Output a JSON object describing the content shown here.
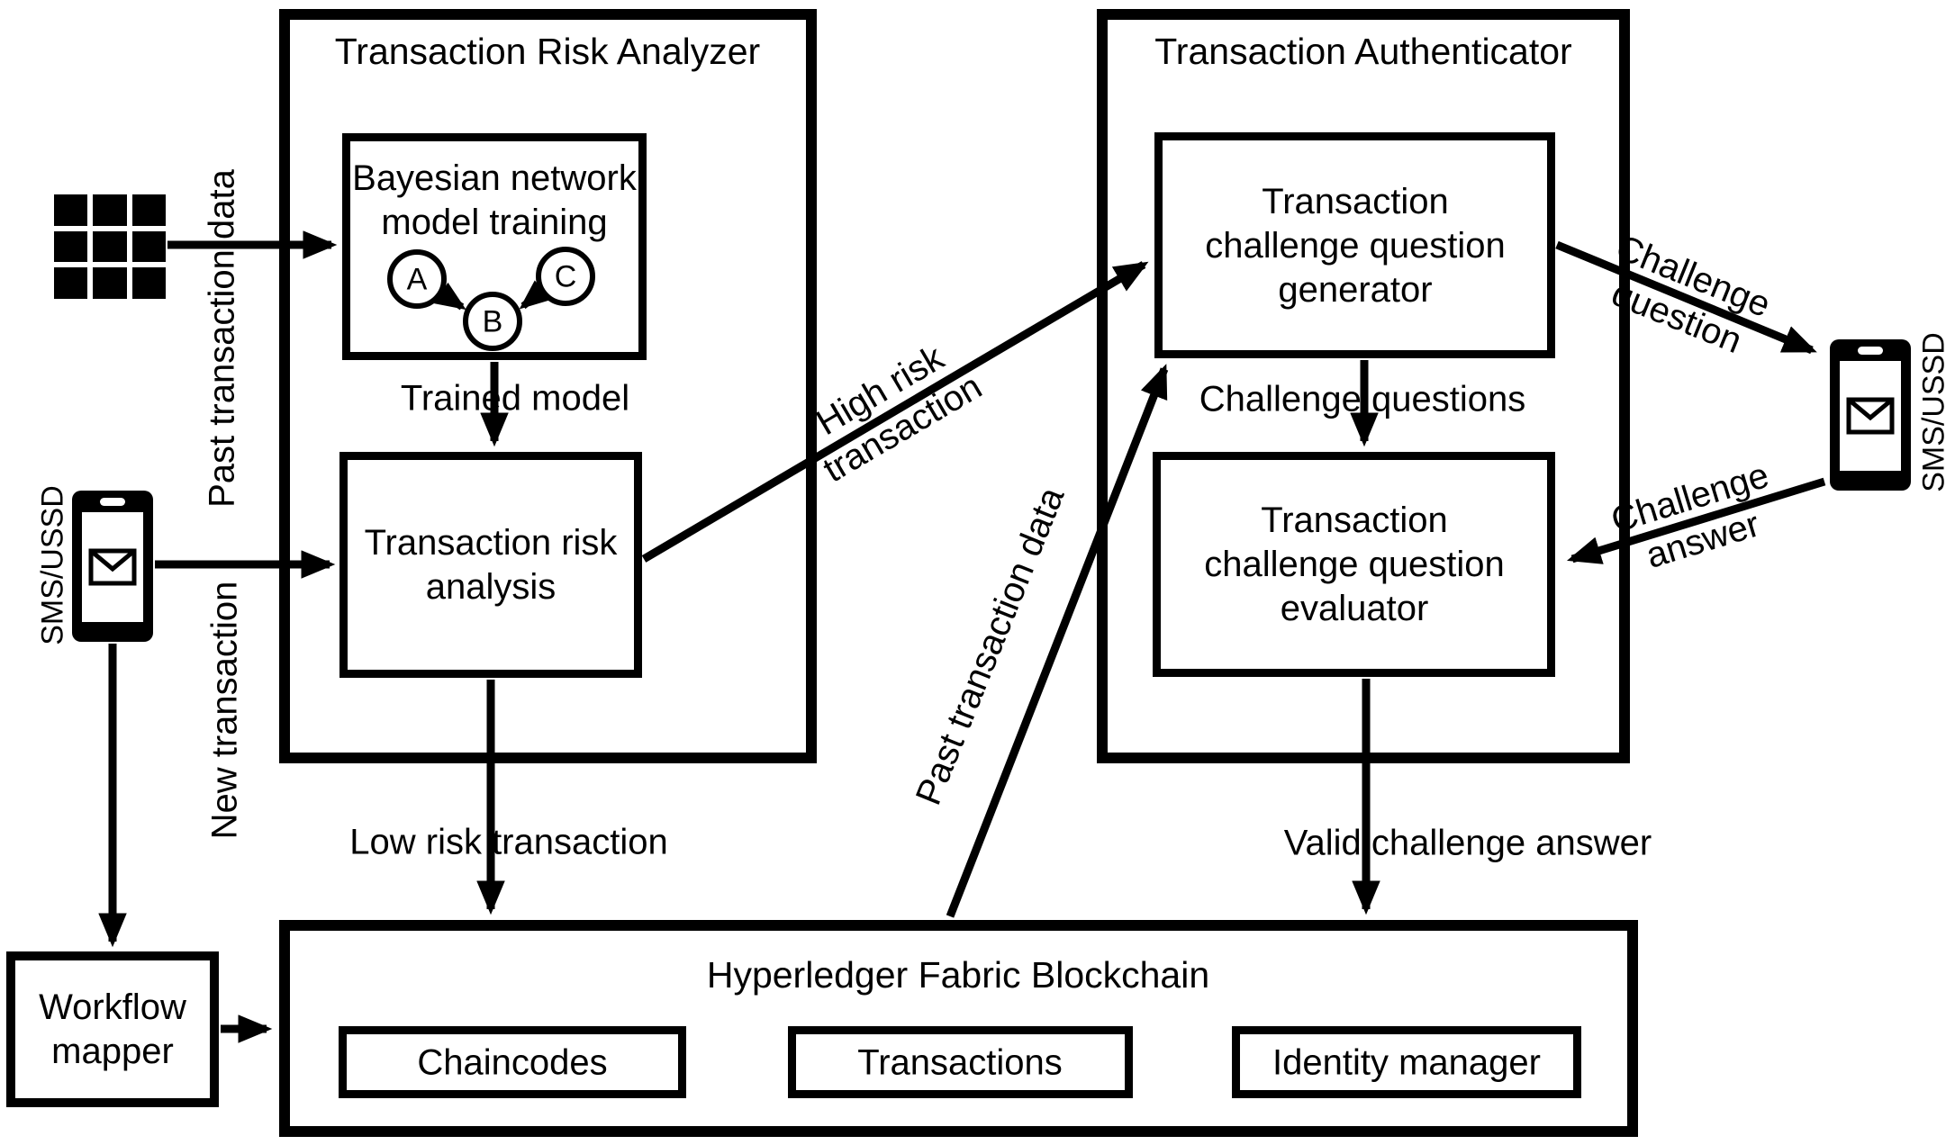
{
  "diagram": {
    "risk_analyzer": {
      "title": "Transaction Risk Analyzer",
      "bayesian_box": {
        "title_line1": "Bayesian network",
        "title_line2": "model training",
        "node_a": "A",
        "node_b": "B",
        "node_c": "C"
      },
      "risk_analysis_box": {
        "line1": "Transaction risk",
        "line2": "analysis"
      }
    },
    "authenticator": {
      "title": "Transaction Authenticator",
      "generator_box": {
        "line1": "Transaction",
        "line2": "challenge question",
        "line3": "generator"
      },
      "evaluator_box": {
        "line1": "Transaction",
        "line2": "challenge question",
        "line3": "evaluator"
      }
    },
    "blockchain": {
      "title": "Hyperledger Fabric Blockchain",
      "chaincodes_label": "Chaincodes",
      "transactions_label": "Transactions",
      "identity_manager_label": "Identity manager"
    },
    "workflow_mapper": {
      "line1": "Workflow",
      "line2": "mapper"
    },
    "flow_labels": {
      "past_transaction_data_left": "Past transaction data",
      "new_transaction": "New transaction",
      "trained_model": "Trained model",
      "low_risk_transaction": "Low risk transaction",
      "high_risk_line1": "High risk",
      "high_risk_line2": "transaction",
      "past_transaction_data_diagonal": "Past transaction data",
      "challenge_questions": "Challenge questions",
      "valid_challenge_answer": "Valid challenge answer",
      "challenge_question_line1": "Challenge",
      "challenge_question_line2": "question",
      "challenge_answer_line1": "Challenge",
      "challenge_answer_line2": "answer",
      "sms_ussd_left": "SMS/USSD",
      "sms_ussd_right": "SMS/USSD"
    },
    "colors": {
      "ink": "#000000",
      "paper": "#ffffff"
    }
  }
}
